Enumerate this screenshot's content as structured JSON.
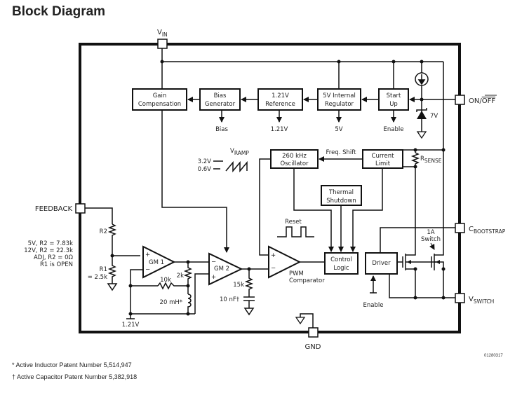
{
  "title": "Block Diagram",
  "pins": {
    "vin": {
      "main": "V",
      "sub": "IN"
    },
    "on_off": {
      "main": "ON/",
      "over": "OFF"
    },
    "feedback": "FEEDBACK",
    "cbootstrap": {
      "main": "C",
      "sub": "BOOTSTRAP"
    },
    "vswitch": {
      "main": "V",
      "sub": "SWITCH"
    },
    "gnd": "GND"
  },
  "blocks": {
    "gain_comp": [
      "Gain",
      "Compensation"
    ],
    "bias_gen": [
      "Bias",
      "Generator"
    ],
    "reference": [
      "1.21V",
      "Reference"
    ],
    "regulator": [
      "5V Internal",
      "Regulator"
    ],
    "startup": [
      "Start",
      "Up"
    ],
    "oscillator": [
      "260 kHz",
      "Oscillator"
    ],
    "current_limit": [
      "Current",
      "Limit"
    ],
    "thermal": [
      "Thermal",
      "Shutdown"
    ],
    "control_logic": [
      "Control",
      "Logic"
    ],
    "driver": "Driver"
  },
  "outputs": {
    "bias": "Bias",
    "ref": "1.21V",
    "five_v": "5V",
    "enable": "Enable"
  },
  "labels": {
    "zener": "7V",
    "freq_shift": "Freq. Shift",
    "rsense": {
      "main": "R",
      "sub": "SENSE"
    },
    "vramp": {
      "main": "V",
      "sub": "RAMP"
    },
    "vramp_high": "3.2V",
    "vramp_low": "0.6V",
    "reset": "Reset",
    "gm1": "GM 1",
    "gm2": "GM 2",
    "pwm": [
      "PWM",
      "Comparator"
    ],
    "switch": [
      "1A",
      "Switch"
    ],
    "driver_enable": "Enable",
    "r2": "R2",
    "r1": [
      "R1",
      "= 2.5k"
    ],
    "r2_values": [
      "5V, R2 = 7.83k",
      "12V, R2 = 22.3k",
      "ADJ, R2 = 0Ω",
      "R1 is OPEN"
    ],
    "r_2k": "2k",
    "r_10k": "10k",
    "inductor": "20 mH*",
    "r_15k": "15k",
    "cap": "10 nF†",
    "ref_121": "1.21V",
    "plus": "+",
    "minus": "−"
  },
  "figure_id": "01280317",
  "footnotes": [
    "* Active Inductor Patent Number 5,514,947",
    "† Active Capacitor Patent Number 5,382,918"
  ]
}
